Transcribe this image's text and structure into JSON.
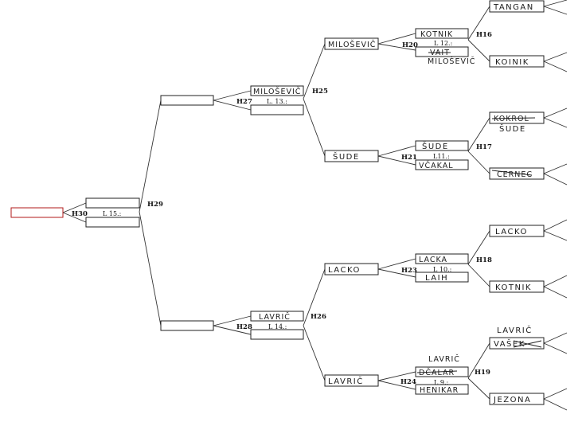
{
  "matches": {
    "H16": {
      "code": "H16"
    },
    "H17": {
      "code": "H17"
    },
    "H18": {
      "code": "H18"
    },
    "H19": {
      "code": "H19"
    },
    "H20": {
      "code": "H20",
      "leg": "L 12.:"
    },
    "H21": {
      "code": "H21",
      "leg": "L11.:"
    },
    "H23": {
      "code": "H23",
      "leg": "L 10.:"
    },
    "H24": {
      "code": "H24",
      "leg": "L 9.:"
    },
    "H25": {
      "code": "H25"
    },
    "H26": {
      "code": "H26"
    },
    "H27": {
      "code": "H27",
      "leg": "L. 13.:"
    },
    "H28": {
      "code": "H28",
      "leg": "L 14.:"
    },
    "H29": {
      "code": "H29"
    },
    "H30": {
      "code": "H30",
      "leg": "L 15.:"
    }
  },
  "entries": {
    "r1_1": "TANGAN",
    "r1_2": "KOINIK",
    "r1_3_crossed": "KOKROL",
    "r1_3_note": "ŠUDE",
    "r1_4": "CERNEC",
    "r1_5": "LACKO",
    "r1_6": "KOTNIK",
    "r1_7_note": "LAVRIČ",
    "r1_7_crossed": "VAŠEK",
    "r1_8": "JEZONA",
    "r2_1": "KOTNIK",
    "r2_2_crossed": "VAIT",
    "r2_2_note": "MILOŠEVIČ",
    "r2_3": "ŠUDE",
    "r2_4": "VČAKAL",
    "r2_5": "LACKA",
    "r2_6": "LAIH",
    "r2_7_note": "LAVRIČ",
    "r2_7_crossed": "DČALAR",
    "r2_8": "HENIKAR",
    "r3_1": "MILOŠEVIČ",
    "r3_2": "ŠUDE",
    "r3_3": "LACKO",
    "r3_4": "LAVRIČ",
    "r4_1": "MILOŠEVIČ",
    "r4_2": "",
    "r4_3": "LAVRIČ",
    "r4_4": "",
    "r5_1": "",
    "r5_2": "",
    "r6_1": "",
    "r6_2": "",
    "final": ""
  }
}
